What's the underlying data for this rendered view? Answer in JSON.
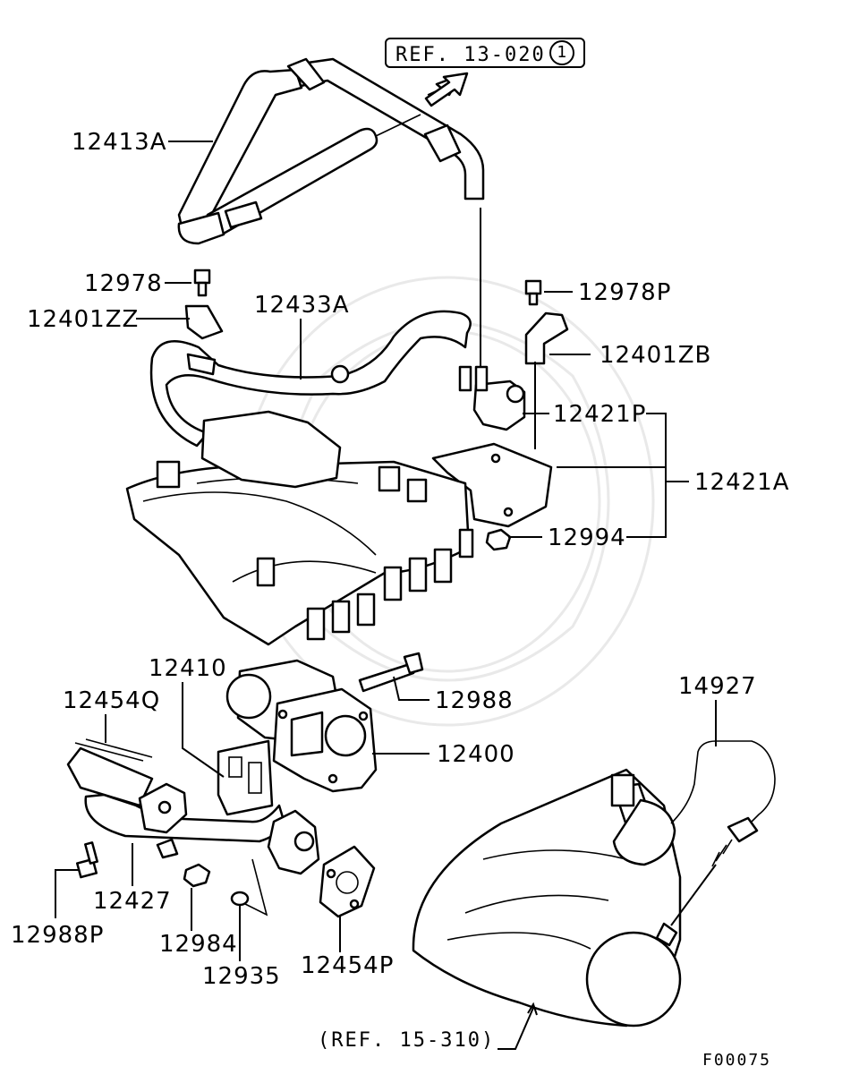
{
  "refs": {
    "top": "REF. 13-020",
    "top_circle": "1",
    "bottom": "(REF. 15-310)"
  },
  "figure_code": "F00075",
  "labels": {
    "p12413A": "12413A",
    "p12978": "12978",
    "p12401ZZ": "12401ZZ",
    "p12433A": "12433A",
    "p12978P": "12978P",
    "p12401ZB": "12401ZB",
    "p12421P": "12421P",
    "p12421A": "12421A",
    "p12994": "12994",
    "p12410": "12410",
    "p12988": "12988",
    "p12454Q": "12454Q",
    "p12400": "12400",
    "p14927": "14927",
    "p12427": "12427",
    "p12988P": "12988P",
    "p12984": "12984",
    "p12935": "12935",
    "p12454P": "12454P"
  }
}
